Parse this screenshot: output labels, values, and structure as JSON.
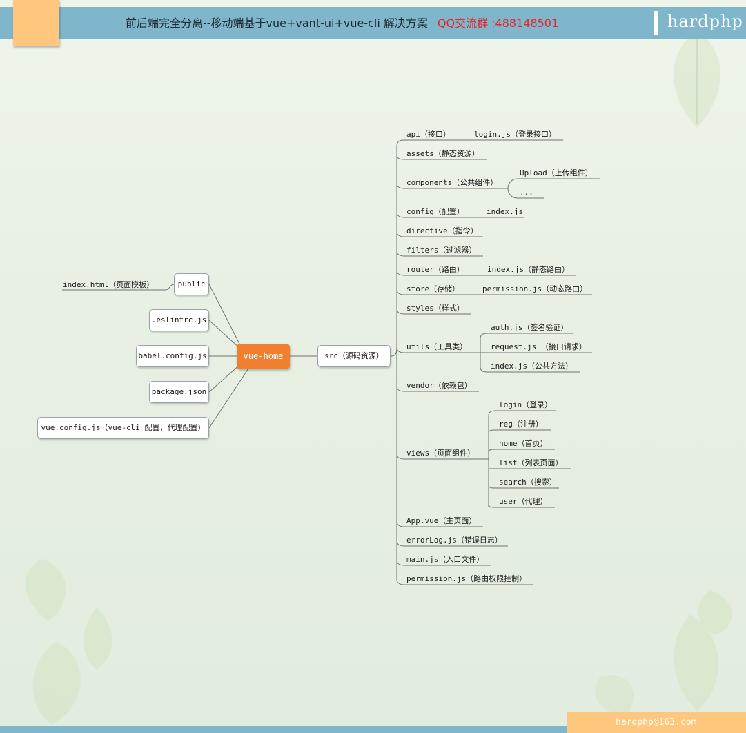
{
  "header": {
    "title": "前后端完全分离--移动端基于vue+vant-ui+vue-cli 解决方案",
    "qq": "QQ交流群 :488148501",
    "logo": "hardphp"
  },
  "footer": {
    "email": "hardphp@163.com"
  },
  "mindmap": {
    "root": "vue-home",
    "left": {
      "public": "public",
      "public_child": "index.html（页面模板）",
      "eslintrc": ".eslintrc.js",
      "babel": "babel.config.js",
      "package": "package.json",
      "vueconfig": "vue.config.js（vue-cli 配置，代理配置）"
    },
    "src": "src（源码资源）",
    "branches": {
      "api": "api（接口）",
      "api_login": "login.js（登录接口）",
      "assets": "assets（静态资源）",
      "components": "components（公共组件）",
      "components_upload": "Upload（上传组件）",
      "components_more": "...",
      "config": "config（配置）",
      "config_index": "index.js",
      "directive": "directive（指令）",
      "filters": "filters（过滤器）",
      "router": "router（路由）",
      "router_index": "index.js（静态路由）",
      "store": "store（存储）",
      "store_permission": "permission.js（动态路由）",
      "styles": "styles（样式）",
      "utils": "utils（工具类）",
      "utils_auth": "auth.js（签名验证）",
      "utils_request": "request.js （接口请求）",
      "utils_index": "index.js（公共方法）",
      "vendor": "vendor（依赖包）",
      "views": "views（页面组件）",
      "views_login": "login（登录）",
      "views_reg": "reg（注册）",
      "views_home": "home（首页）",
      "views_list": "list（列表页面）",
      "views_search": "search（搜索）",
      "views_user": "user（代理）",
      "app": "App.vue（主页面）",
      "errorlog": "errorLog.js（错误日志）",
      "main": "main.js（入口文件）",
      "permission": "permission.js（路由权限控制）"
    }
  },
  "colors": {
    "header_bar": "#7fb6cc",
    "accent_orange": "#ffc77d",
    "root_node": "#f08030",
    "qq_text": "#e32626"
  }
}
